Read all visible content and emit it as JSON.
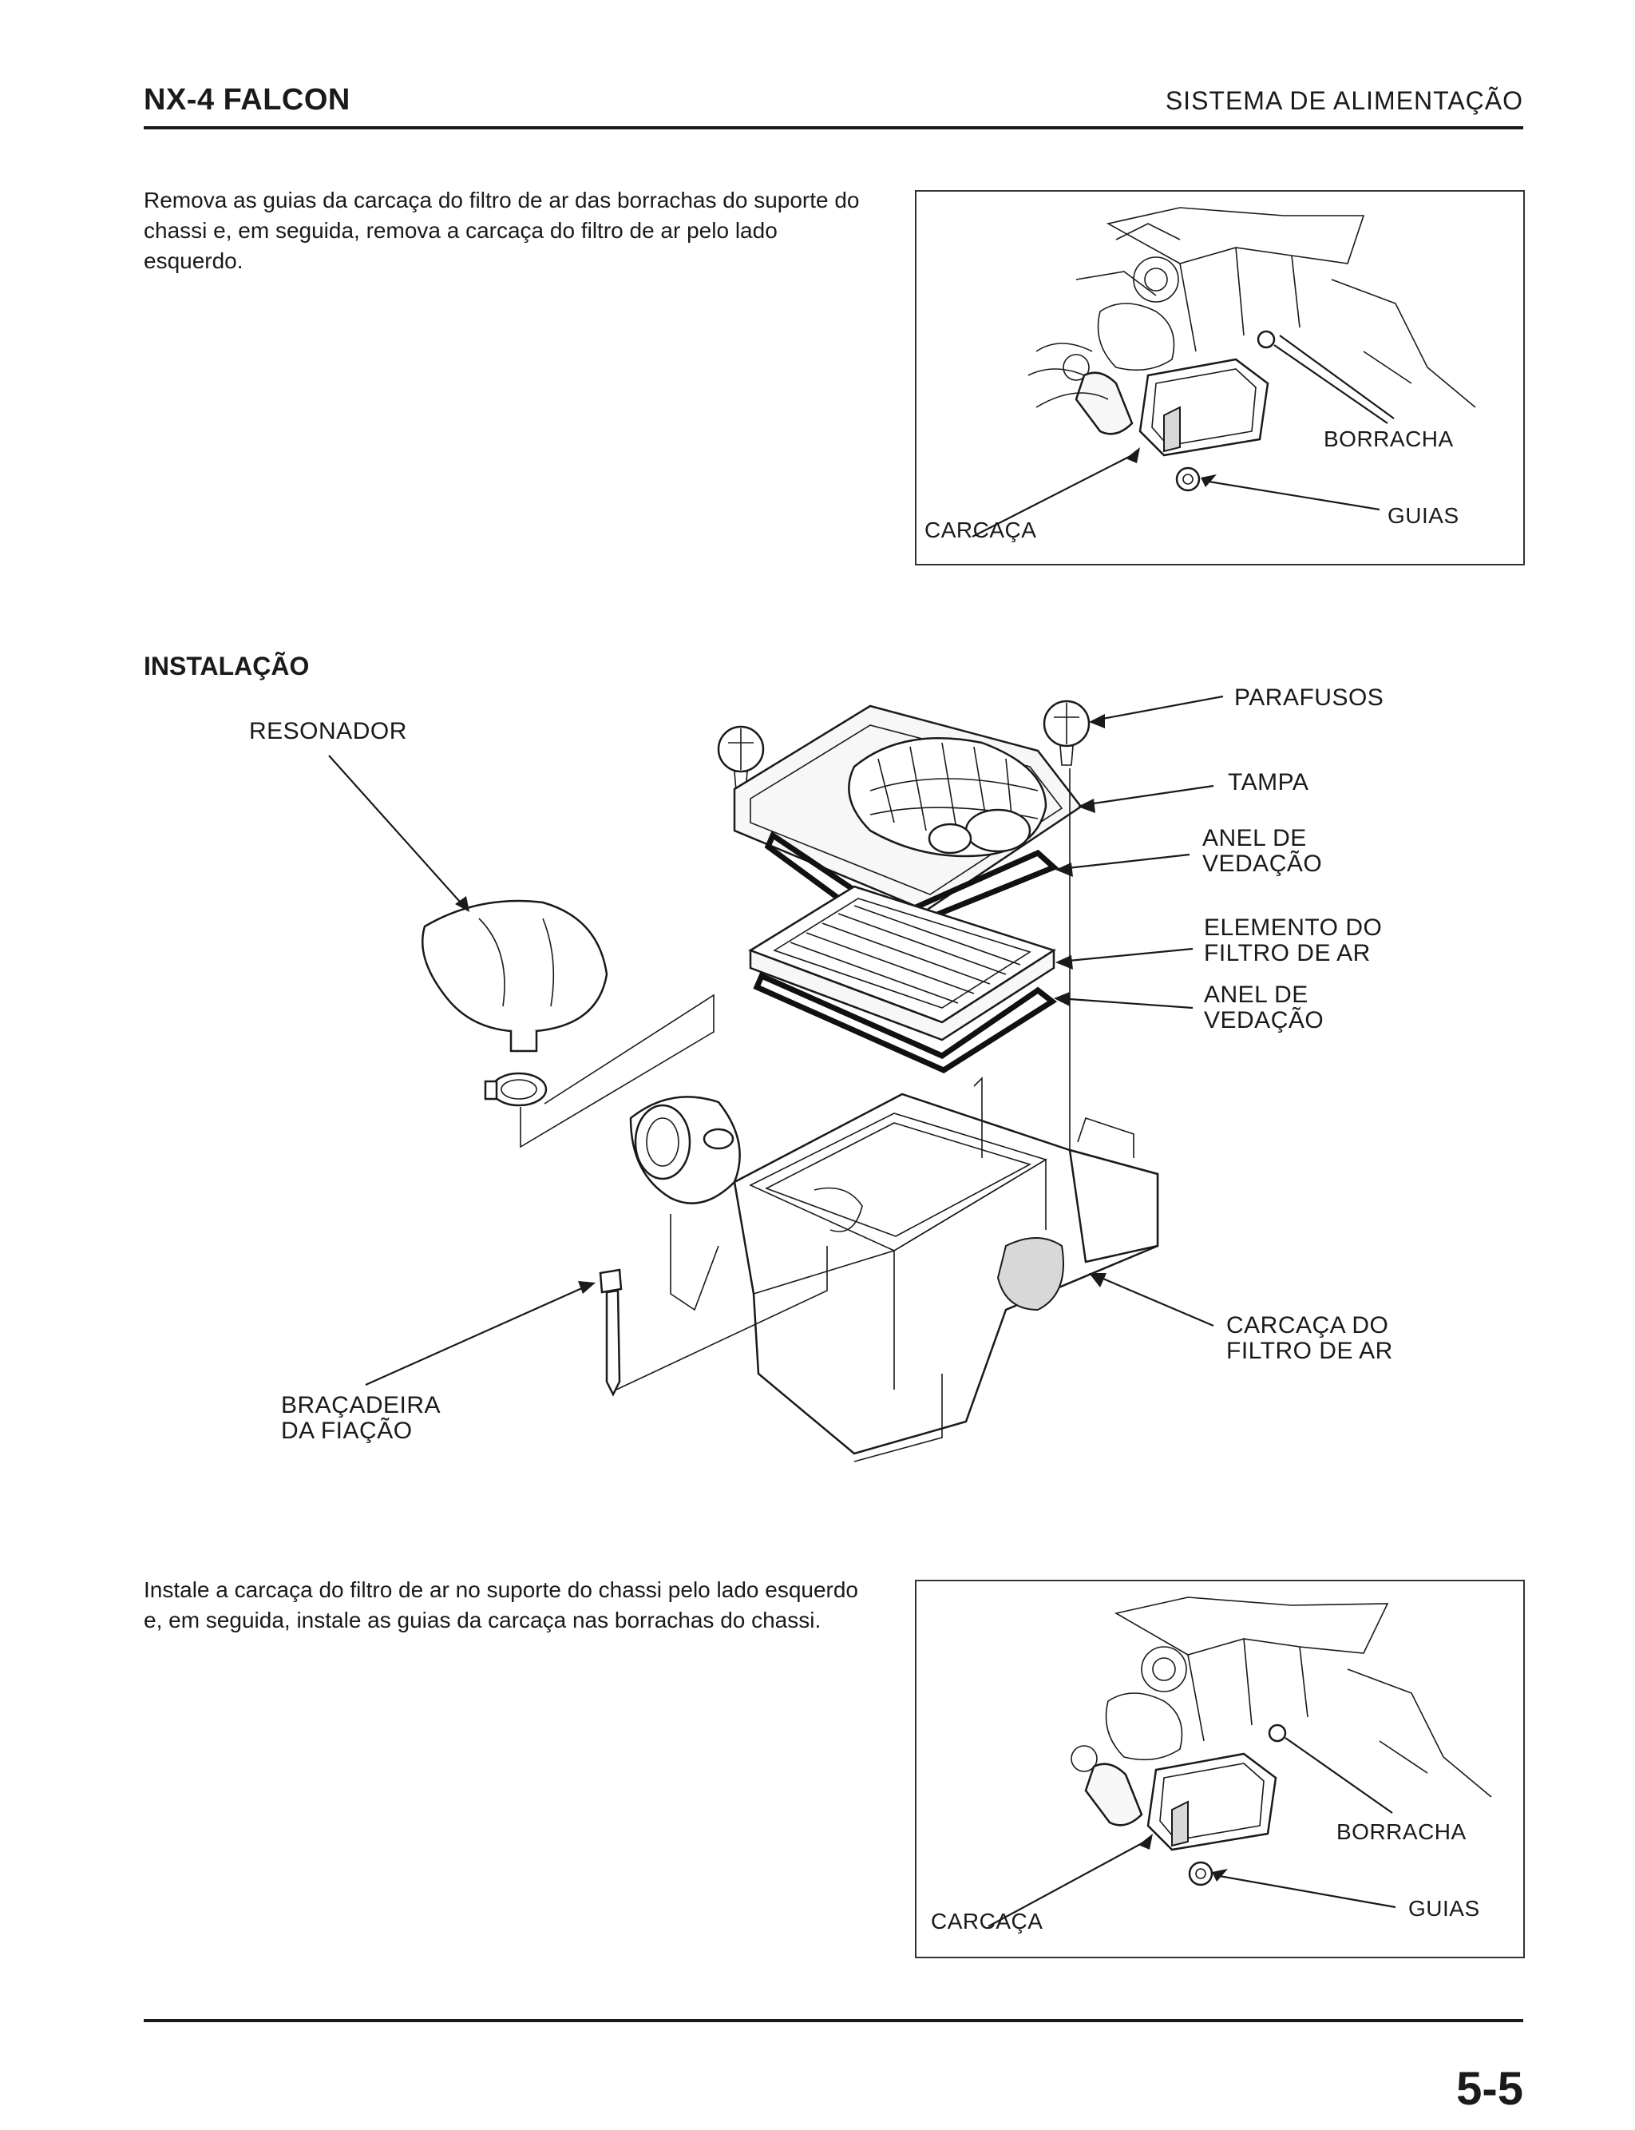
{
  "header": {
    "model": "NX-4 FALCON",
    "section": "SISTEMA DE ALIMENTAÇÃO"
  },
  "removal": {
    "text": "Remova as guias da carcaça do filtro de ar das borrachas do suporte do chassi e, em seguida, remova a carcaça do filtro de ar pelo lado esquerdo.",
    "figure_labels": {
      "rubber": "BORRACHA",
      "housing": "CARCAÇA",
      "guides": "GUIAS"
    }
  },
  "installation": {
    "heading": "INSTALAÇÃO",
    "callouts": {
      "screws": "PARAFUSOS",
      "cover": "TAMPA",
      "seal_top_1": "ANEL DE",
      "seal_top_2": "VEDAÇÃO",
      "element_1": "ELEMENTO DO",
      "element_2": "FILTRO DE AR",
      "seal_bottom_1": "ANEL DE",
      "seal_bottom_2": "VEDAÇÃO",
      "housing_1": "CARCAÇA DO",
      "housing_2": "FILTRO DE AR",
      "resonator": "RESONADOR",
      "clamp_1": "BRAÇADEIRA",
      "clamp_2": "DA FIAÇÃO"
    },
    "text": "Instale a carcaça do filtro de ar no suporte do chassi pelo lado esquerdo e, em seguida, instale as guias da carcaça nas borrachas do chassi.",
    "figure_labels": {
      "rubber": "BORRACHA",
      "housing": "CARCAÇA",
      "guides": "GUIAS"
    }
  },
  "footer": {
    "page_number": "5-5"
  }
}
